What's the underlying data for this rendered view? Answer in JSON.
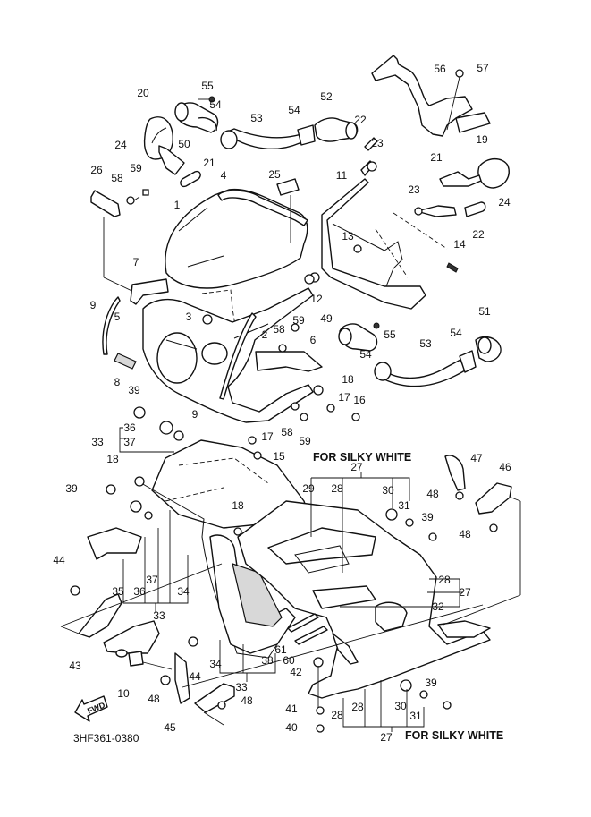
{
  "diagram": {
    "type": "exploded-parts-diagram",
    "drawing_code": "3HF361-0380",
    "direction_marker": "FWD",
    "notes": [
      {
        "id": "note-top",
        "text": "FOR SILKY WHITE"
      },
      {
        "id": "note-bottom",
        "text": "FOR SILKY WHITE"
      }
    ],
    "callouts": [
      {
        "id": "c1",
        "label": "1",
        "part": "windshield"
      },
      {
        "id": "c2",
        "label": "2",
        "part": "screw"
      },
      {
        "id": "c3",
        "label": "3",
        "part": "nut"
      },
      {
        "id": "c4",
        "label": "4",
        "part": "windshield trim"
      },
      {
        "id": "c5",
        "label": "5",
        "part": "upper cowling"
      },
      {
        "id": "c6",
        "label": "6",
        "part": "inner panel"
      },
      {
        "id": "c7",
        "label": "7",
        "part": "bracket"
      },
      {
        "id": "c8",
        "label": "8",
        "part": "emblem"
      },
      {
        "id": "c9a",
        "label": "9",
        "part": "molding"
      },
      {
        "id": "c9b",
        "label": "9",
        "part": "molding"
      },
      {
        "id": "c10",
        "label": "10",
        "part": "bracket"
      },
      {
        "id": "c11",
        "label": "11",
        "part": "cowling stay"
      },
      {
        "id": "c12",
        "label": "12",
        "part": "nut"
      },
      {
        "id": "c13",
        "label": "13",
        "part": "bolt"
      },
      {
        "id": "c14",
        "label": "14",
        "part": "bolt"
      },
      {
        "id": "c15",
        "label": "15",
        "part": "screw"
      },
      {
        "id": "c16",
        "label": "16",
        "part": "bolt"
      },
      {
        "id": "c17a",
        "label": "17",
        "part": "nut"
      },
      {
        "id": "c17b",
        "label": "17",
        "part": "nut"
      },
      {
        "id": "c18a",
        "label": "18",
        "part": "nut"
      },
      {
        "id": "c18b",
        "label": "18",
        "part": "nut"
      },
      {
        "id": "c18c",
        "label": "18",
        "part": "nut"
      },
      {
        "id": "c19",
        "label": "19",
        "part": "rear view mirror (right)"
      },
      {
        "id": "c20",
        "label": "20",
        "part": "rear view mirror (left)"
      },
      {
        "id": "c21a",
        "label": "21",
        "part": "mirror gasket"
      },
      {
        "id": "c21b",
        "label": "21",
        "part": "mirror gasket"
      },
      {
        "id": "c22a",
        "label": "22",
        "part": "plate"
      },
      {
        "id": "c22b",
        "label": "22",
        "part": "plate"
      },
      {
        "id": "c23a",
        "label": "23",
        "part": "nut"
      },
      {
        "id": "c23b",
        "label": "23",
        "part": "nut"
      },
      {
        "id": "c24a",
        "label": "24",
        "part": "screw"
      },
      {
        "id": "c24b",
        "label": "24",
        "part": "screw"
      },
      {
        "id": "c25",
        "label": "25",
        "part": "label"
      },
      {
        "id": "c26",
        "label": "26",
        "part": "bracket"
      },
      {
        "id": "c27a",
        "label": "27",
        "part": "under cowling assy"
      },
      {
        "id": "c27b",
        "label": "27",
        "part": "under cowling assy"
      },
      {
        "id": "c27c",
        "label": "27",
        "part": "under cowling assy"
      },
      {
        "id": "c28a",
        "label": "28",
        "part": "graphic"
      },
      {
        "id": "c28b",
        "label": "28",
        "part": "graphic"
      },
      {
        "id": "c28c",
        "label": "28",
        "part": "graphic"
      },
      {
        "id": "c28d",
        "label": "28",
        "part": "graphic"
      },
      {
        "id": "c29",
        "label": "29",
        "part": "emblem"
      },
      {
        "id": "c30a",
        "label": "30",
        "part": "damper"
      },
      {
        "id": "c30b",
        "label": "30",
        "part": "damper"
      },
      {
        "id": "c31a",
        "label": "31",
        "part": "collar"
      },
      {
        "id": "c31b",
        "label": "31",
        "part": "collar"
      },
      {
        "id": "c32",
        "label": "32",
        "part": "seal"
      },
      {
        "id": "c33a",
        "label": "33",
        "part": "side cowling assy"
      },
      {
        "id": "c33b",
        "label": "33",
        "part": "side cowling assy"
      },
      {
        "id": "c33c",
        "label": "33",
        "part": "side cowling assy"
      },
      {
        "id": "c34a",
        "label": "34",
        "part": "graphic"
      },
      {
        "id": "c34b",
        "label": "34",
        "part": "graphic"
      },
      {
        "id": "c35",
        "label": "35",
        "part": "sponge"
      },
      {
        "id": "c36a",
        "label": "36",
        "part": "damper"
      },
      {
        "id": "c36b",
        "label": "36",
        "part": "damper"
      },
      {
        "id": "c37a",
        "label": "37",
        "part": "collar"
      },
      {
        "id": "c37b",
        "label": "37",
        "part": "collar"
      },
      {
        "id": "c38",
        "label": "38",
        "part": "cover"
      },
      {
        "id": "c39a",
        "label": "39",
        "part": "screw"
      },
      {
        "id": "c39b",
        "label": "39",
        "part": "screw"
      },
      {
        "id": "c39c",
        "label": "39",
        "part": "screw"
      },
      {
        "id": "c39d",
        "label": "39",
        "part": "screw"
      },
      {
        "id": "c40",
        "label": "40",
        "part": "bolt"
      },
      {
        "id": "c41",
        "label": "41",
        "part": "washer"
      },
      {
        "id": "c42",
        "label": "42",
        "part": "damper"
      },
      {
        "id": "c43",
        "label": "43",
        "part": "bracket"
      },
      {
        "id": "c44a",
        "label": "44",
        "part": "bolt"
      },
      {
        "id": "c44b",
        "label": "44",
        "part": "bolt"
      },
      {
        "id": "c45",
        "label": "45",
        "part": "bracket"
      },
      {
        "id": "c46",
        "label": "46",
        "part": "bracket"
      },
      {
        "id": "c47",
        "label": "47",
        "part": "bracket"
      },
      {
        "id": "c48a",
        "label": "48",
        "part": "bolt"
      },
      {
        "id": "c48b",
        "label": "48",
        "part": "bolt"
      },
      {
        "id": "c48c",
        "label": "48",
        "part": "bolt"
      },
      {
        "id": "c48d",
        "label": "48",
        "part": "bolt"
      },
      {
        "id": "c49",
        "label": "49",
        "part": "air duct"
      },
      {
        "id": "c50",
        "label": "50",
        "part": "air duct"
      },
      {
        "id": "c51",
        "label": "51",
        "part": "joint"
      },
      {
        "id": "c52",
        "label": "52",
        "part": "joint"
      },
      {
        "id": "c53a",
        "label": "53",
        "part": "air duct hose"
      },
      {
        "id": "c53b",
        "label": "53",
        "part": "air duct hose"
      },
      {
        "id": "c54a",
        "label": "54",
        "part": "clamp"
      },
      {
        "id": "c54b",
        "label": "54",
        "part": "clamp"
      },
      {
        "id": "c54c",
        "label": "54",
        "part": "clamp"
      },
      {
        "id": "c54d",
        "label": "54",
        "part": "clamp"
      },
      {
        "id": "c55a",
        "label": "55",
        "part": "screw"
      },
      {
        "id": "c55b",
        "label": "55",
        "part": "screw"
      },
      {
        "id": "c56",
        "label": "56",
        "part": "stay"
      },
      {
        "id": "c57",
        "label": "57",
        "part": "bolt"
      },
      {
        "id": "c58a",
        "label": "58",
        "part": "nut"
      },
      {
        "id": "c58b",
        "label": "58",
        "part": "nut"
      },
      {
        "id": "c58c",
        "label": "58",
        "part": "nut"
      },
      {
        "id": "c59a",
        "label": "59",
        "part": "screw"
      },
      {
        "id": "c59b",
        "label": "59",
        "part": "screw"
      },
      {
        "id": "c59c",
        "label": "59",
        "part": "screw"
      },
      {
        "id": "c60",
        "label": "60",
        "part": "molding"
      },
      {
        "id": "c61",
        "label": "61",
        "part": "molding"
      }
    ]
  }
}
